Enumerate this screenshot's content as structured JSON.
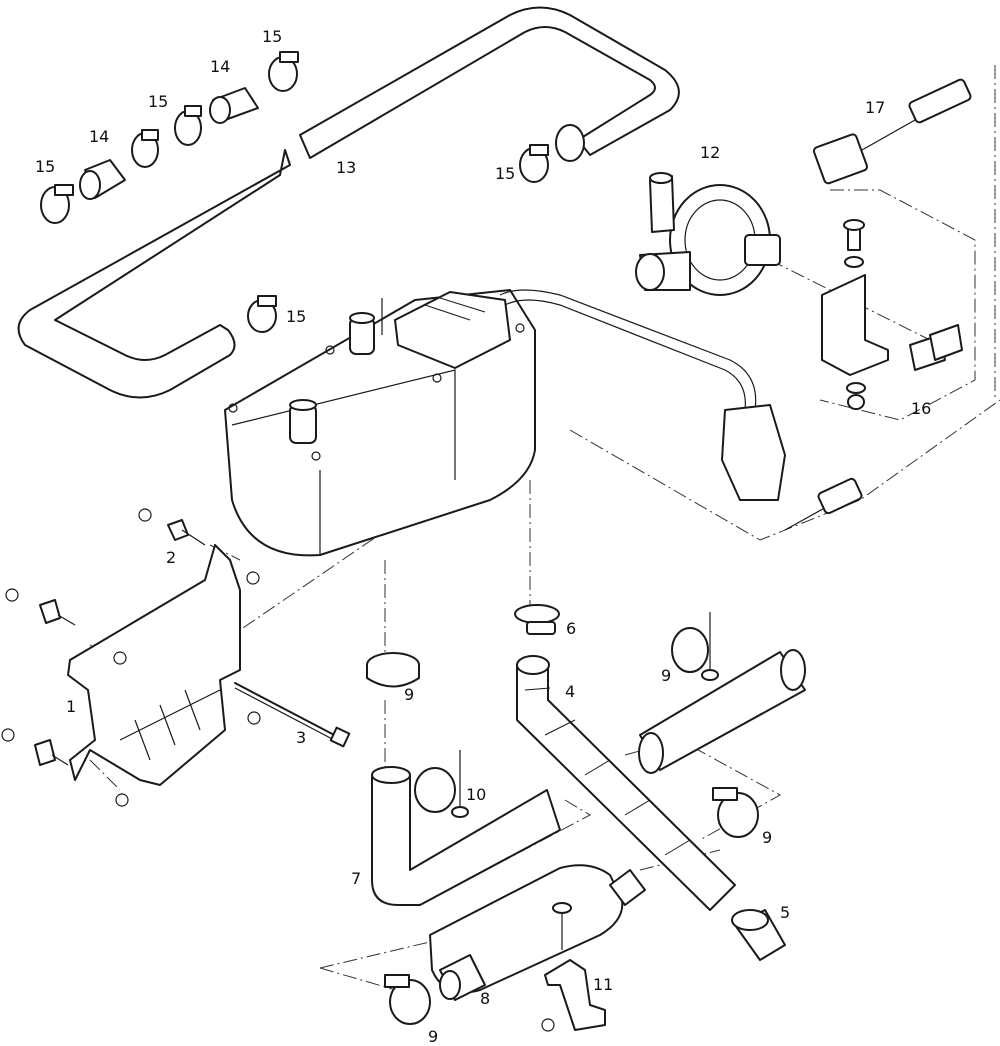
{
  "callouts": {
    "p1": "1",
    "p2": "2",
    "p3": "3",
    "p4": "4",
    "p5": "5",
    "p6": "6",
    "p7": "7",
    "p8": "8",
    "p9a": "9",
    "p9b": "9",
    "p9c": "9",
    "p9d": "9",
    "p10": "10",
    "p11": "11",
    "p12": "12",
    "p13": "13",
    "p14a": "14",
    "p14b": "14",
    "p15a": "15",
    "p15b": "15",
    "p15c": "15",
    "p15d": "15",
    "p15e": "15",
    "p16": "16",
    "p17": "17"
  },
  "colors": {
    "line": "#1a1a1a",
    "background": "#ffffff"
  }
}
